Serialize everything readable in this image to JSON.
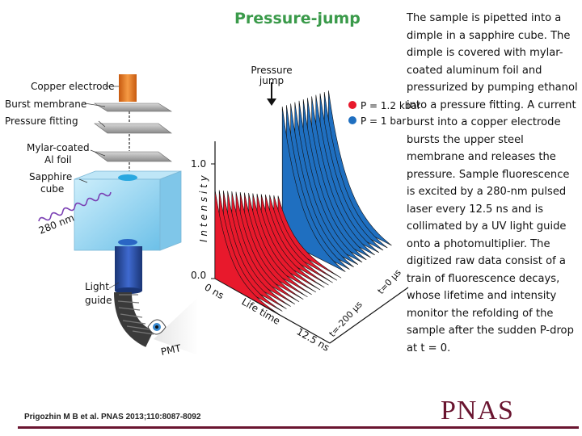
{
  "slide": {
    "title": "Pressure-jump",
    "description": "The sample is pipetted into a dimple in a sapphire cube. The dimple is covered with mylar-coated aluminum foil and pressurized by pumping ethanol into a pressure fitting. A current burst into a copper electrode bursts the upper steel membrane and releases the pressure. Sample fluorescence is excited by a 280-nm pulsed laser every 12.5 ns and is collimated by a UV light guide onto a photomultiplier. The digitized raw data consist of a train of fluorescence decays, whose lifetime and intensity monitor the refolding of the sample after the sudden P-drop at t = 0.",
    "citation": "Prigozhin M B et al. PNAS 2013;110:8087-8092",
    "journal_logo": "PNAS"
  },
  "figure": {
    "apparatus_labels": {
      "copper_electrode": "Copper electrode",
      "burst_membrane": "Burst membrane",
      "pressure_fitting": "Pressure fitting",
      "mylar_line1": "Mylar-coated",
      "mylar_line2": "Al foil",
      "sapphire_line1": "Sapphire",
      "sapphire_line2": "cube",
      "laser": "280 nm",
      "light_line1": "Light",
      "light_line2": "guide",
      "pmt": "PMT"
    },
    "plot": {
      "pressure_jump_line1": "Pressure",
      "pressure_jump_line2": "jump",
      "legend_high": "P = 1.2 kbar",
      "legend_low": "P = 1 bar",
      "y_axis_label": "I n t e n s i t y",
      "y_tick_top": "1.0",
      "y_tick_bottom": "0.0",
      "x_tick_start": "0 ns",
      "x_tick_end": "12.5 ns",
      "x_axis_label": "Life time",
      "t_zero": "t=0 μs",
      "t_neg": "t=-200 μs"
    },
    "colors": {
      "high_pressure": "#e8192c",
      "low_pressure": "#1f6fc0",
      "copper": "#e8731a",
      "cube": "#8fd0ee",
      "light_guide": "#2a4fa0",
      "pmt_tube": "#3a3a3a"
    }
  }
}
